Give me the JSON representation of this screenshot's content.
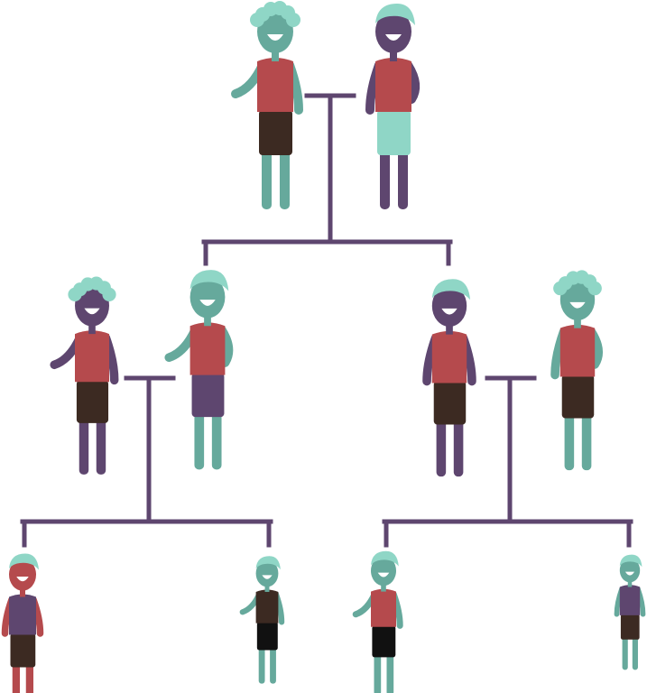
{
  "colors": {
    "background": "#ffffff",
    "connector": "#5e466f",
    "teal_skin": "#66a99c",
    "purple_skin": "#5e466f",
    "red_skin": "#b54a4d",
    "hair": "#8fd6c6",
    "shirt_red": "#b54a4d",
    "shirt_purple": "#5e466f",
    "shirt_dark": "#3c2a22",
    "pants_dark": "#3c2a22",
    "pants_purple": "#5e466f",
    "pants_black": "#111111",
    "pants_mint": "#8fd6c6",
    "smile": "#ffffff"
  },
  "people": [
    {
      "id": "grandparent-left",
      "generation": "grandparents",
      "skin": "teal_skin",
      "shirt": "shirt_red",
      "pants": "pants_dark",
      "hair": "curly"
    },
    {
      "id": "grandparent-right",
      "generation": "grandparents",
      "skin": "purple_skin",
      "shirt": "shirt_red",
      "pants": "pants_mint",
      "hair": "swoop"
    },
    {
      "id": "parent-1",
      "generation": "parents",
      "skin": "purple_skin",
      "shirt": "shirt_red",
      "pants": "pants_dark",
      "hair": "curly"
    },
    {
      "id": "parent-2",
      "generation": "parents",
      "skin": "teal_skin",
      "shirt": "shirt_red",
      "pants": "pants_purple",
      "hair": "swoop"
    },
    {
      "id": "parent-3",
      "generation": "parents",
      "skin": "purple_skin",
      "shirt": "shirt_red",
      "pants": "pants_dark",
      "hair": "swoop"
    },
    {
      "id": "parent-4",
      "generation": "parents",
      "skin": "teal_skin",
      "shirt": "shirt_red",
      "pants": "pants_dark",
      "hair": "curly"
    },
    {
      "id": "child-1",
      "generation": "children",
      "skin": "red_skin",
      "shirt": "shirt_purple",
      "pants": "pants_dark",
      "hair": "swoop"
    },
    {
      "id": "child-2",
      "generation": "children",
      "skin": "teal_skin",
      "shirt": "shirt_dark",
      "pants": "pants_black",
      "hair": "swoop"
    },
    {
      "id": "child-3",
      "generation": "children",
      "skin": "teal_skin",
      "shirt": "shirt_red",
      "pants": "pants_black",
      "hair": "swoop"
    },
    {
      "id": "child-4",
      "generation": "children",
      "skin": "teal_skin",
      "shirt": "shirt_purple",
      "pants": "pants_dark",
      "hair": "swoop"
    }
  ],
  "couples": [
    {
      "id": "couple-grandparents",
      "partners": [
        "grandparent-left",
        "grandparent-right"
      ],
      "children": [
        "parent-1-couple",
        "parent-2-couple"
      ]
    },
    {
      "id": "couple-left-parents",
      "partners": [
        "parent-1",
        "parent-2"
      ],
      "children": [
        "child-1",
        "child-2"
      ]
    },
    {
      "id": "couple-right-parents",
      "partners": [
        "parent-3",
        "parent-4"
      ],
      "children": [
        "child-3",
        "child-4"
      ]
    }
  ]
}
